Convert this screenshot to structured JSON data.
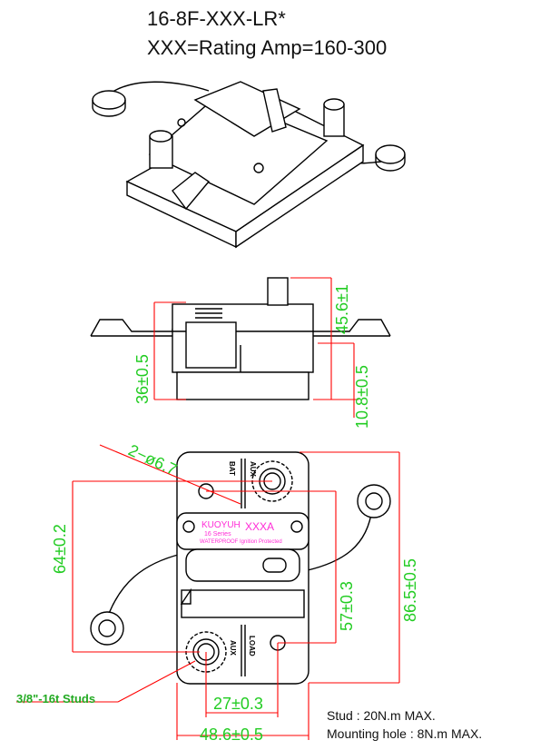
{
  "title": {
    "line1": "16-8F-XXX-LR*",
    "line2": "XXX=Rating Amp=160-300"
  },
  "side_view": {
    "dims": {
      "height_total": "45.6±1",
      "height_body": "36±0.5",
      "height_base": "10.8±0.5"
    }
  },
  "top_view": {
    "dims": {
      "holes": "2−ø6.7",
      "hole_spacing_v": "64±0.2",
      "stud_spacing_v": "57±0.3",
      "length": "86.5±0.5",
      "stud_spacing_h": "27±0.3",
      "width": "48.6±0.5"
    },
    "label": {
      "brand": "KUOYUH",
      "series": "16 Series",
      "waterproof": "WATERPROOF",
      "rating": "XXXA",
      "ignition": "Ignition Protected"
    },
    "terminals": {
      "top_left": "BAT",
      "top_right": "AUX",
      "bottom_left": "AUX",
      "bottom_right": "LOAD"
    },
    "studs_callout": "3/8\"-16t Studs"
  },
  "notes": {
    "stud": "Stud : 20N.m MAX.",
    "mounting": "Mounting hole : 8N.m MAX."
  },
  "colors": {
    "dimension": "#22cc22",
    "leader": "#ff0000",
    "label": "#ff2bd6"
  }
}
